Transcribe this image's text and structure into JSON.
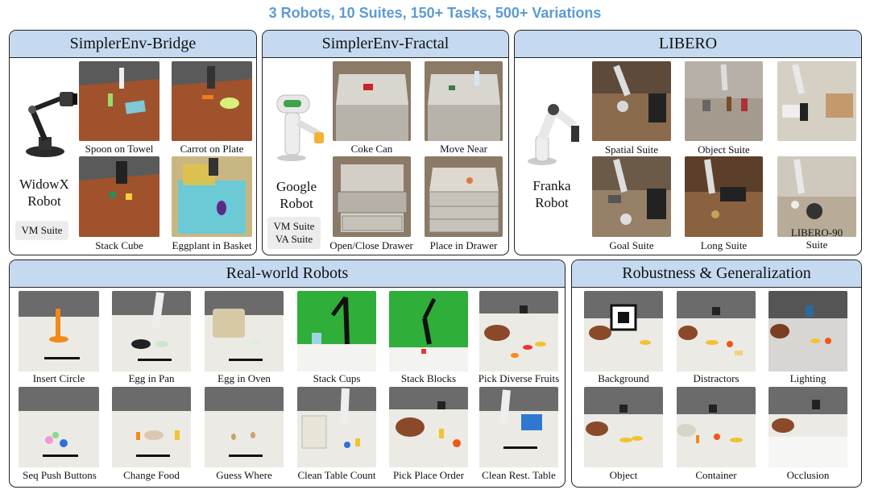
{
  "header": {
    "title": "3 Robots, 10 Suites, 150+ Tasks, 500+ Variations"
  },
  "panels": {
    "bridge": {
      "title": "SimplerEnv-Bridge",
      "robot_name_line1": "WidowX",
      "robot_name_line2": "Robot",
      "suites": [
        "VM Suite"
      ],
      "tasks": [
        "Spoon on Towel",
        "Carrot on Plate",
        "Stack Cube",
        "Eggplant in Basket"
      ]
    },
    "fractal": {
      "title": "SimplerEnv-Fractal",
      "robot_name_line1": "Google",
      "robot_name_line2": "Robot",
      "suites": [
        "VM Suite",
        "VA Suite"
      ],
      "tasks": [
        "Coke Can",
        "Move Near",
        "Open/Close Drawer",
        "Place in Drawer"
      ]
    },
    "libero": {
      "title": "LIBERO",
      "robot_name_line1": "Franka",
      "robot_name_line2": "Robot",
      "tasks": [
        "Spatial Suite",
        "Object Suite",
        "LIBERO-90",
        "Goal Suite",
        "Long Suite"
      ],
      "task_extra_line": "Suite"
    },
    "real": {
      "title": "Real-world Robots",
      "tasks": [
        "Insert Circle",
        "Egg in Pan",
        "Egg in Oven",
        "Stack Cups",
        "Stack Blocks",
        "Pick Diverse Fruits",
        "Seq Push Buttons",
        "Change Food",
        "Guess Where",
        "Clean Table Count",
        "Pick Place Order",
        "Clean Rest. Table"
      ]
    },
    "robust": {
      "title": "Robustness & Generalization",
      "tasks": [
        "Background",
        "Distractors",
        "Lighting",
        "Object",
        "Container",
        "Occlusion"
      ]
    }
  },
  "colors": {
    "title_blue": "#5b9bd5",
    "header_fill": "#c5daf0",
    "wood_table": "#a0522d",
    "sim_gray": "#bdbab4",
    "green_screen": "#2fae3a",
    "white_table": "#e8e6e0"
  }
}
